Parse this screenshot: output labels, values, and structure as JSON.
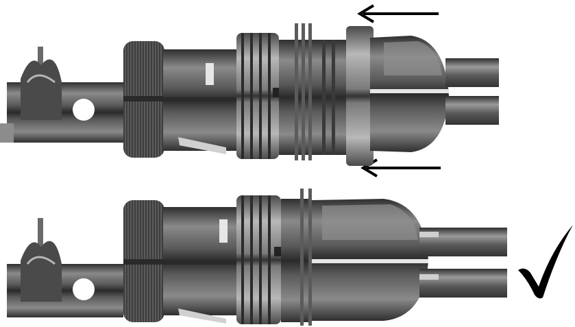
{
  "figure": {
    "panels": [
      {
        "state": "before",
        "arrows": 2,
        "arrow_direction": "left"
      },
      {
        "state": "after",
        "arrows": 0,
        "mark": "check-icon"
      }
    ],
    "colors": {
      "background": "#ffffff",
      "metal_dark": "#3f3f3f",
      "metal_mid": "#6b6b6b",
      "metal_light": "#9c9c9c",
      "highlight": "#d9d9d9",
      "arrow": "#000000"
    }
  }
}
